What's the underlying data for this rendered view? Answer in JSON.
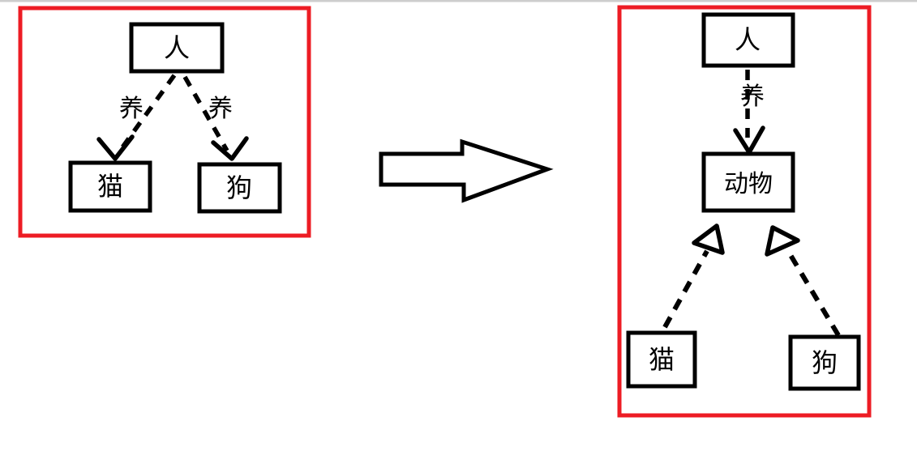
{
  "colors": {
    "panel_border_red": "#ed1c24",
    "shape_stroke_black": "#000000",
    "top_rule_gray": "#cdcdcd",
    "background": "#ffffff"
  },
  "left_diagram": {
    "person_label": "人",
    "edge_left_label": "养",
    "edge_right_label": "养",
    "cat_label": "猫",
    "dog_label": "狗"
  },
  "right_diagram": {
    "person_label": "人",
    "edge_label": "养",
    "animal_label": "动物",
    "cat_label": "猫",
    "dog_label": "狗"
  }
}
